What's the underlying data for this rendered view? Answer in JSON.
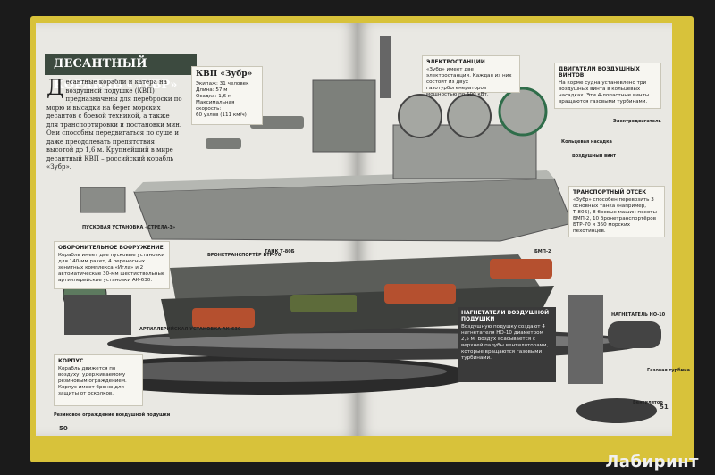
{
  "left_page": {
    "title": "ДЕСАНТНЫЙ КОРАБЛЬ «ЗУБР»",
    "intro_drop": "Д",
    "intro": "есантные корабли и катера на воздушной подушке (КВП) предназначены для переброски по морю и высадки на берег морских десантов с боевой техникой, а также для транспортировки и постановки мин. Они способны передвигаться по суше и даже преодолевать препятствия высотой до 1,6 м. Крупнейший в мире десантный КВП – российский корабль «Зубр».",
    "kvp": {
      "title": "КВП «Зубр»",
      "lines": [
        "Экипаж: 31 человек",
        "Длина: 57 м",
        "Осадка: 1,6 м",
        "Максимальная скорость:",
        "60 узлов (111 км/ч)"
      ]
    },
    "label_strela": "ПУСКОВАЯ УСТАНОВКА «СТРЕЛА-3»",
    "armament": {
      "title": "ОБОРОНИТЕЛЬНОЕ ВООРУЖЕНИЕ",
      "text": "Корабль имеет две пусковые установки для 140-мм ракет, 4 переносных зенитных комплекса «Игла» и 2 автоматические 30-мм шестиствольные артиллерийские установки АК-630."
    },
    "label_artillery": "АРТИЛЛЕРИЙСКАЯ УСТАНОВКА АК-630",
    "label_btr": "БРОНЕТРАНСПОРТЁР БТР-70",
    "label_tank": "ТАНК Т-80Б",
    "hull": {
      "title": "КОРПУС",
      "text": "Корабль движется по воздуху, удерживаемому резиновым ограждением. Корпус имеет броню для защиты от осколков."
    },
    "label_skirt": "Резиновое ограждение воздушной подушки",
    "page_number": "50"
  },
  "right_page": {
    "power": {
      "title": "ЭЛЕКТРОСТАНЦИИ",
      "text": "«Зубр» имеет две электростанции. Каждая из них состоит из двух газотурбогенераторов мощностью по 500 кВт."
    },
    "engines": {
      "title": "ДВИГАТЕЛИ ВОЗДУШНЫХ ВИНТОВ",
      "text": "На корме судна установлено три воздушных винта в кольцевых насадках. Эти 4-лопастные винты вращаются газовыми турбинами."
    },
    "label_electric_motor": "Электродвигатель",
    "label_ring_nozzle": "Кольцевая насадка",
    "label_air_screw": "Воздушный винт",
    "transport": {
      "title": "ТРАНСПОРТНЫЙ ОТСЕК",
      "text": "«Зубр» способен перевозить 3 основных танка (например, Т-80Б), 8 боевых машин пехоты БМП-2, 10 бронетранспортёров БТР-70 и 360 морских пехотинцев."
    },
    "label_bmp": "БМП-2",
    "fans": {
      "title": "НАГНЕТАТЕЛИ ВОЗДУШНОЙ ПОДУШКИ",
      "text": "Воздушную подушку создают 4 нагнетателя НО-10 диаметром 2,5 м. Воздух всасывается с верхней палубы вентиляторами, которые вращаются газовыми турбинами."
    },
    "label_fan_no10": "НАГНЕТАТЕЛЬ НО-10",
    "label_gas_turbine": "Газовая турбина",
    "label_fan": "Вентилятор",
    "page_number": "51"
  },
  "watermark": "Лабиринт",
  "colors": {
    "title_bg": "#3c4a3f",
    "book_edge": "#d8c23a",
    "tank_red": "#b5502f",
    "tank_green": "#5d6b3a",
    "ship_grey": "#8a8c88"
  }
}
